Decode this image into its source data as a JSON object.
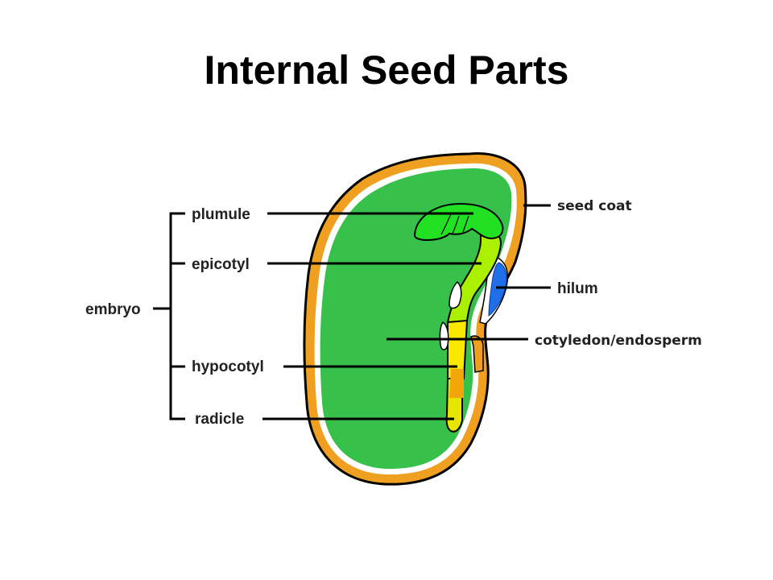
{
  "title": "Internal Seed Parts",
  "labels": {
    "embryo": "embryo",
    "plumule": "plumule",
    "epicotyl": "epicotyl",
    "hypocotyl": "hypocotyl",
    "radicle": "radicle",
    "hilum": "hilum",
    "seed_coat": "seed coat",
    "cotyledon": "cotyledon/endosperm"
  },
  "colors": {
    "seed_coat": "#f0a020",
    "cotyledon": "#37c14b",
    "plumule": "#22e022",
    "epicotyl": "#aaf000",
    "hypocotyl": "#f8e800",
    "radicle": "#e0e000",
    "hilum": "#1f6fe8",
    "outline": "#000000"
  }
}
